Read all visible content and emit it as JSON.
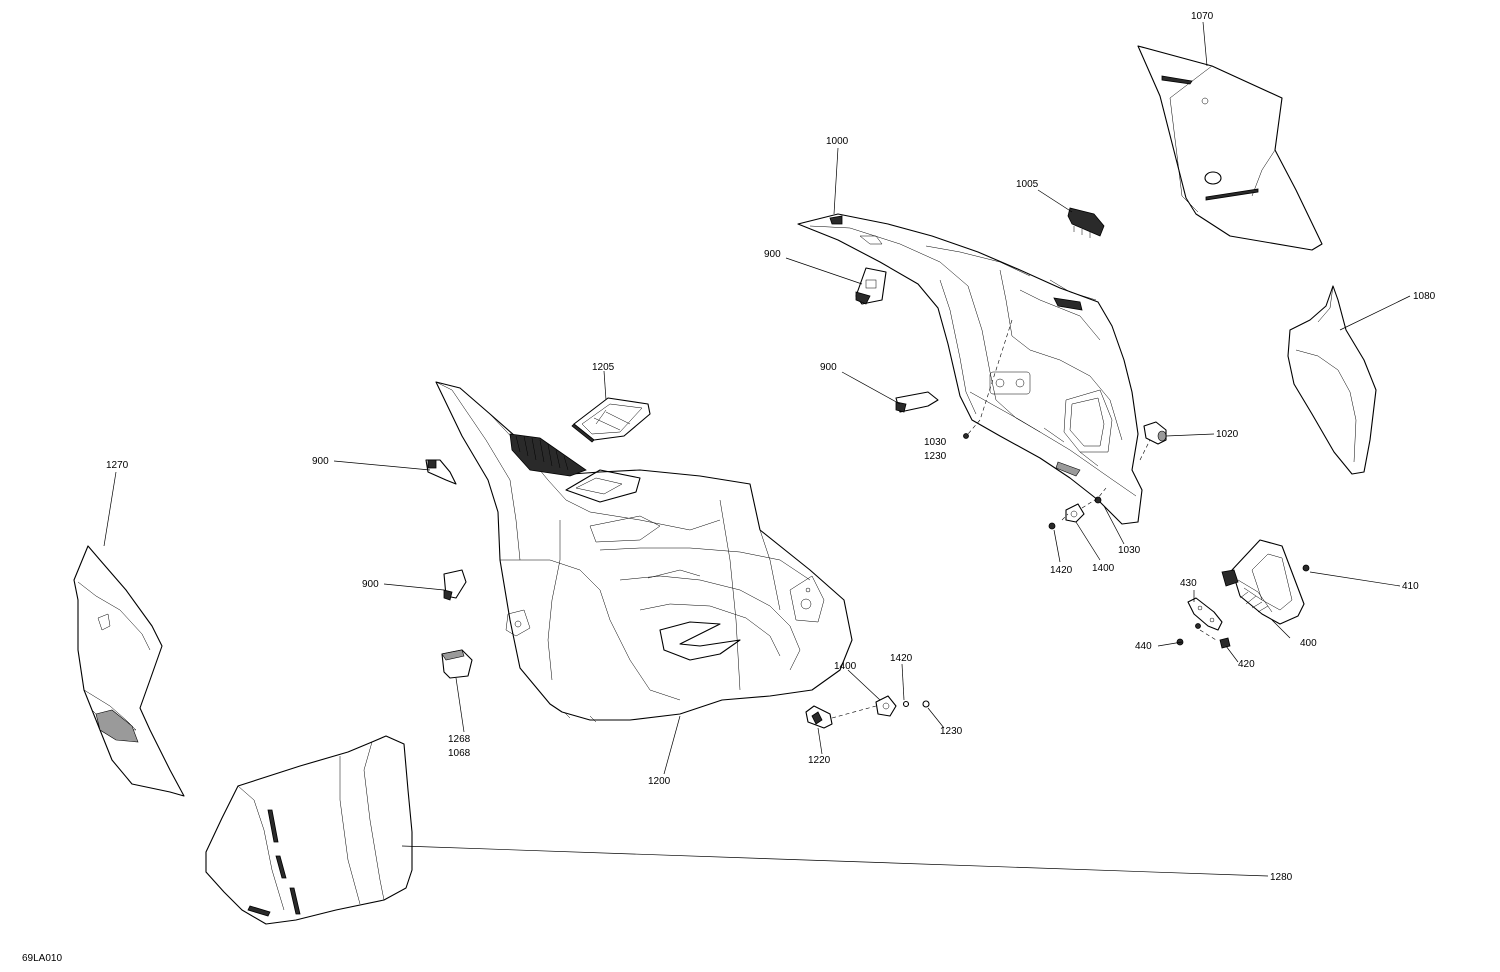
{
  "diagram_code": "69LA010",
  "labels": [
    {
      "id": "1070",
      "text": "1070"
    },
    {
      "id": "1000",
      "text": "1000"
    },
    {
      "id": "1005",
      "text": "1005"
    },
    {
      "id": "900a",
      "text": "900"
    },
    {
      "id": "1080",
      "text": "1080"
    },
    {
      "id": "1205",
      "text": "1205"
    },
    {
      "id": "900b",
      "text": "900"
    },
    {
      "id": "1030a",
      "text": "1030"
    },
    {
      "id": "1230a",
      "text": "1230"
    },
    {
      "id": "1020",
      "text": "1020"
    },
    {
      "id": "900c",
      "text": "900"
    },
    {
      "id": "1270",
      "text": "1270"
    },
    {
      "id": "1030b",
      "text": "1030"
    },
    {
      "id": "1420a",
      "text": "1420"
    },
    {
      "id": "1400a",
      "text": "1400"
    },
    {
      "id": "430",
      "text": "430"
    },
    {
      "id": "410",
      "text": "410"
    },
    {
      "id": "900d",
      "text": "900"
    },
    {
      "id": "440",
      "text": "440"
    },
    {
      "id": "400",
      "text": "400"
    },
    {
      "id": "420",
      "text": "420"
    },
    {
      "id": "1420b",
      "text": "1420"
    },
    {
      "id": "1400b",
      "text": "1400"
    },
    {
      "id": "1268",
      "text": "1268"
    },
    {
      "id": "1068",
      "text": "1068"
    },
    {
      "id": "1230b",
      "text": "1230"
    },
    {
      "id": "1220",
      "text": "1220"
    },
    {
      "id": "1200",
      "text": "1200"
    },
    {
      "id": "1280",
      "text": "1280"
    }
  ]
}
